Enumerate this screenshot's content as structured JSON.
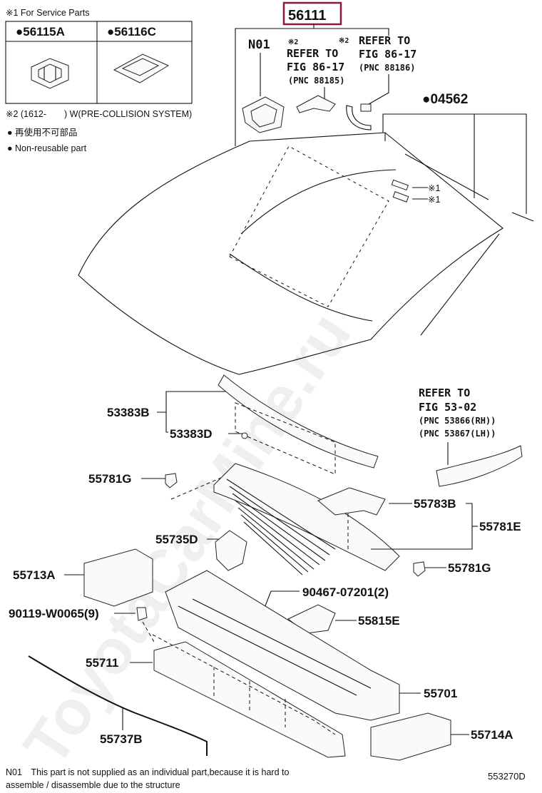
{
  "service_header": "※1 For Service Parts",
  "service_parts": [
    {
      "code": "●56115A"
    },
    {
      "code": "●56116C"
    }
  ],
  "note2": "※2 (1612-　　) W(PRE-COLLISION SYSTEM)",
  "legend": {
    "jp": "● 再使用不可部品",
    "en": "● Non-reusable part"
  },
  "main_part": "56111",
  "refs": {
    "n01": "N01",
    "ref1_mark": "※2",
    "ref1_line1": "REFER TO",
    "ref1_line2": "FIG 86-17",
    "ref1_pnc": "(PNC 88185)",
    "ref2_mark": "※2",
    "ref2_line1": "REFER TO",
    "ref2_line2": "FIG 86-17",
    "ref2_pnc": "(PNC 88186)",
    "ref3_line1": "REFER TO",
    "ref3_line2": "FIG 53-02",
    "ref3_pnc1": "(PNC 53866(RH))",
    "ref3_pnc2": "(PNC 53867(LH))"
  },
  "marks": {
    "x1a": "※1",
    "x1b": "※1"
  },
  "parts": {
    "p04562": "●04562",
    "p53383B": "53383B",
    "p53383D": "53383D",
    "p55781G_l": "55781G",
    "p55783B": "55783B",
    "p55781E": "55781E",
    "p55735D": "55735D",
    "p55713A": "55713A",
    "p55781G_r": "55781G",
    "p90467": "90467-07201(2)",
    "p90119": "90119-W0065(9)",
    "p55815E": "55815E",
    "p55711": "55711",
    "p55701": "55701",
    "p55737B": "55737B",
    "p55714A": "55714A"
  },
  "footnote_line1": "N01　This part is not supplied as an individual part,because it is hard to",
  "footnote_line2": "assemble / disassemble due to the structure",
  "diagram_code": "553270D",
  "watermark": "ToyotaCarMine.ru",
  "colors": {
    "highlight_box": "#8b1a3a",
    "ink": "#111111"
  }
}
